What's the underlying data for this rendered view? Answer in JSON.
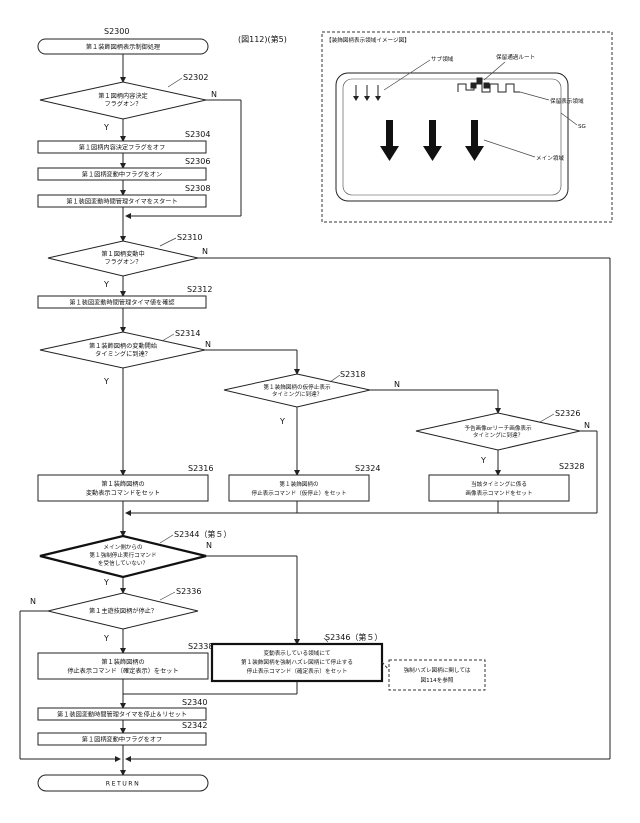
{
  "header": {
    "figure_label": "(図112)(第5)",
    "start_id": "S2300"
  },
  "start": "第１装飾図柄表示制御処理",
  "end": "RETURN",
  "steps": {
    "s2302": {
      "id": "S2302",
      "line1": "第１図柄内容決定",
      "line2": "フラグオン？"
    },
    "s2304": {
      "id": "S2304",
      "text": "第１図柄内容決定フラグをオフ"
    },
    "s2306": {
      "id": "S2306",
      "text": "第１図柄変動中フラグをオン"
    },
    "s2308": {
      "id": "S2308",
      "text": "第１装図変動時間管理タイマをスタート"
    },
    "s2310": {
      "id": "S2310",
      "line1": "第１図柄変動中",
      "line2": "フラグオン？"
    },
    "s2312": {
      "id": "S2312",
      "text": "第１装図変動時間管理タイマ値を確認"
    },
    "s2314": {
      "id": "S2314",
      "line1": "第１装飾図柄の変動開始",
      "line2": "タイミングに到達？"
    },
    "s2316": {
      "id": "S2316",
      "line1": "第１装飾図柄の",
      "line2": "変動表示コマンドをセット"
    },
    "s2318": {
      "id": "S2318",
      "line1": "第１装飾図柄の仮停止表示",
      "line2": "タイミングに到達？"
    },
    "s2324": {
      "id": "S2324",
      "line1": "第１装飾図柄の",
      "line2": "停止表示コマンド（仮停止）をセット"
    },
    "s2326": {
      "id": "S2326",
      "line1": "予告画像orリーチ画像表示",
      "line2": "タイミングに到達？"
    },
    "s2328": {
      "id": "S2328",
      "line1": "当該タイミングに係る",
      "line2": "画像表示コマンドをセット"
    },
    "s2344": {
      "id": "S2344（第５）",
      "line1": "メイン側からの",
      "line2": "第１強制停止実行コマンド",
      "line3": "を受信していない？"
    },
    "s2336": {
      "id": "S2336",
      "text": "第１主遊技図柄が停止？"
    },
    "s2338": {
      "id": "S2338",
      "line1": "第１装飾図柄の",
      "line2": "停止表示コマンド（確定表示）をセット"
    },
    "s2346": {
      "id": "S2346（第５）",
      "line1": "変動表示している領域にて",
      "line2": "第１装飾図柄を強制ハズレ図柄にて停止する",
      "line3": "停止表示コマンド（確定表示）をセット"
    },
    "s2340": {
      "id": "S2340",
      "text": "第１装図変動時間管理タイマを停止＆リセット"
    },
    "s2342": {
      "id": "S2342",
      "text": "第１図柄変動中フラグをオフ"
    }
  },
  "labels": {
    "yes": "Y",
    "no": "N"
  },
  "note": {
    "line1": "強制ハズレ図柄に関しては",
    "line2": "図114を参照"
  },
  "inset": {
    "title": "【装飾図柄表示領域イメージ図】",
    "sub_area": "サブ領域",
    "route": "保留通過ルート",
    "hold_area": "保留表示領域",
    "sg": "SG",
    "main_area": "メイン領域"
  }
}
